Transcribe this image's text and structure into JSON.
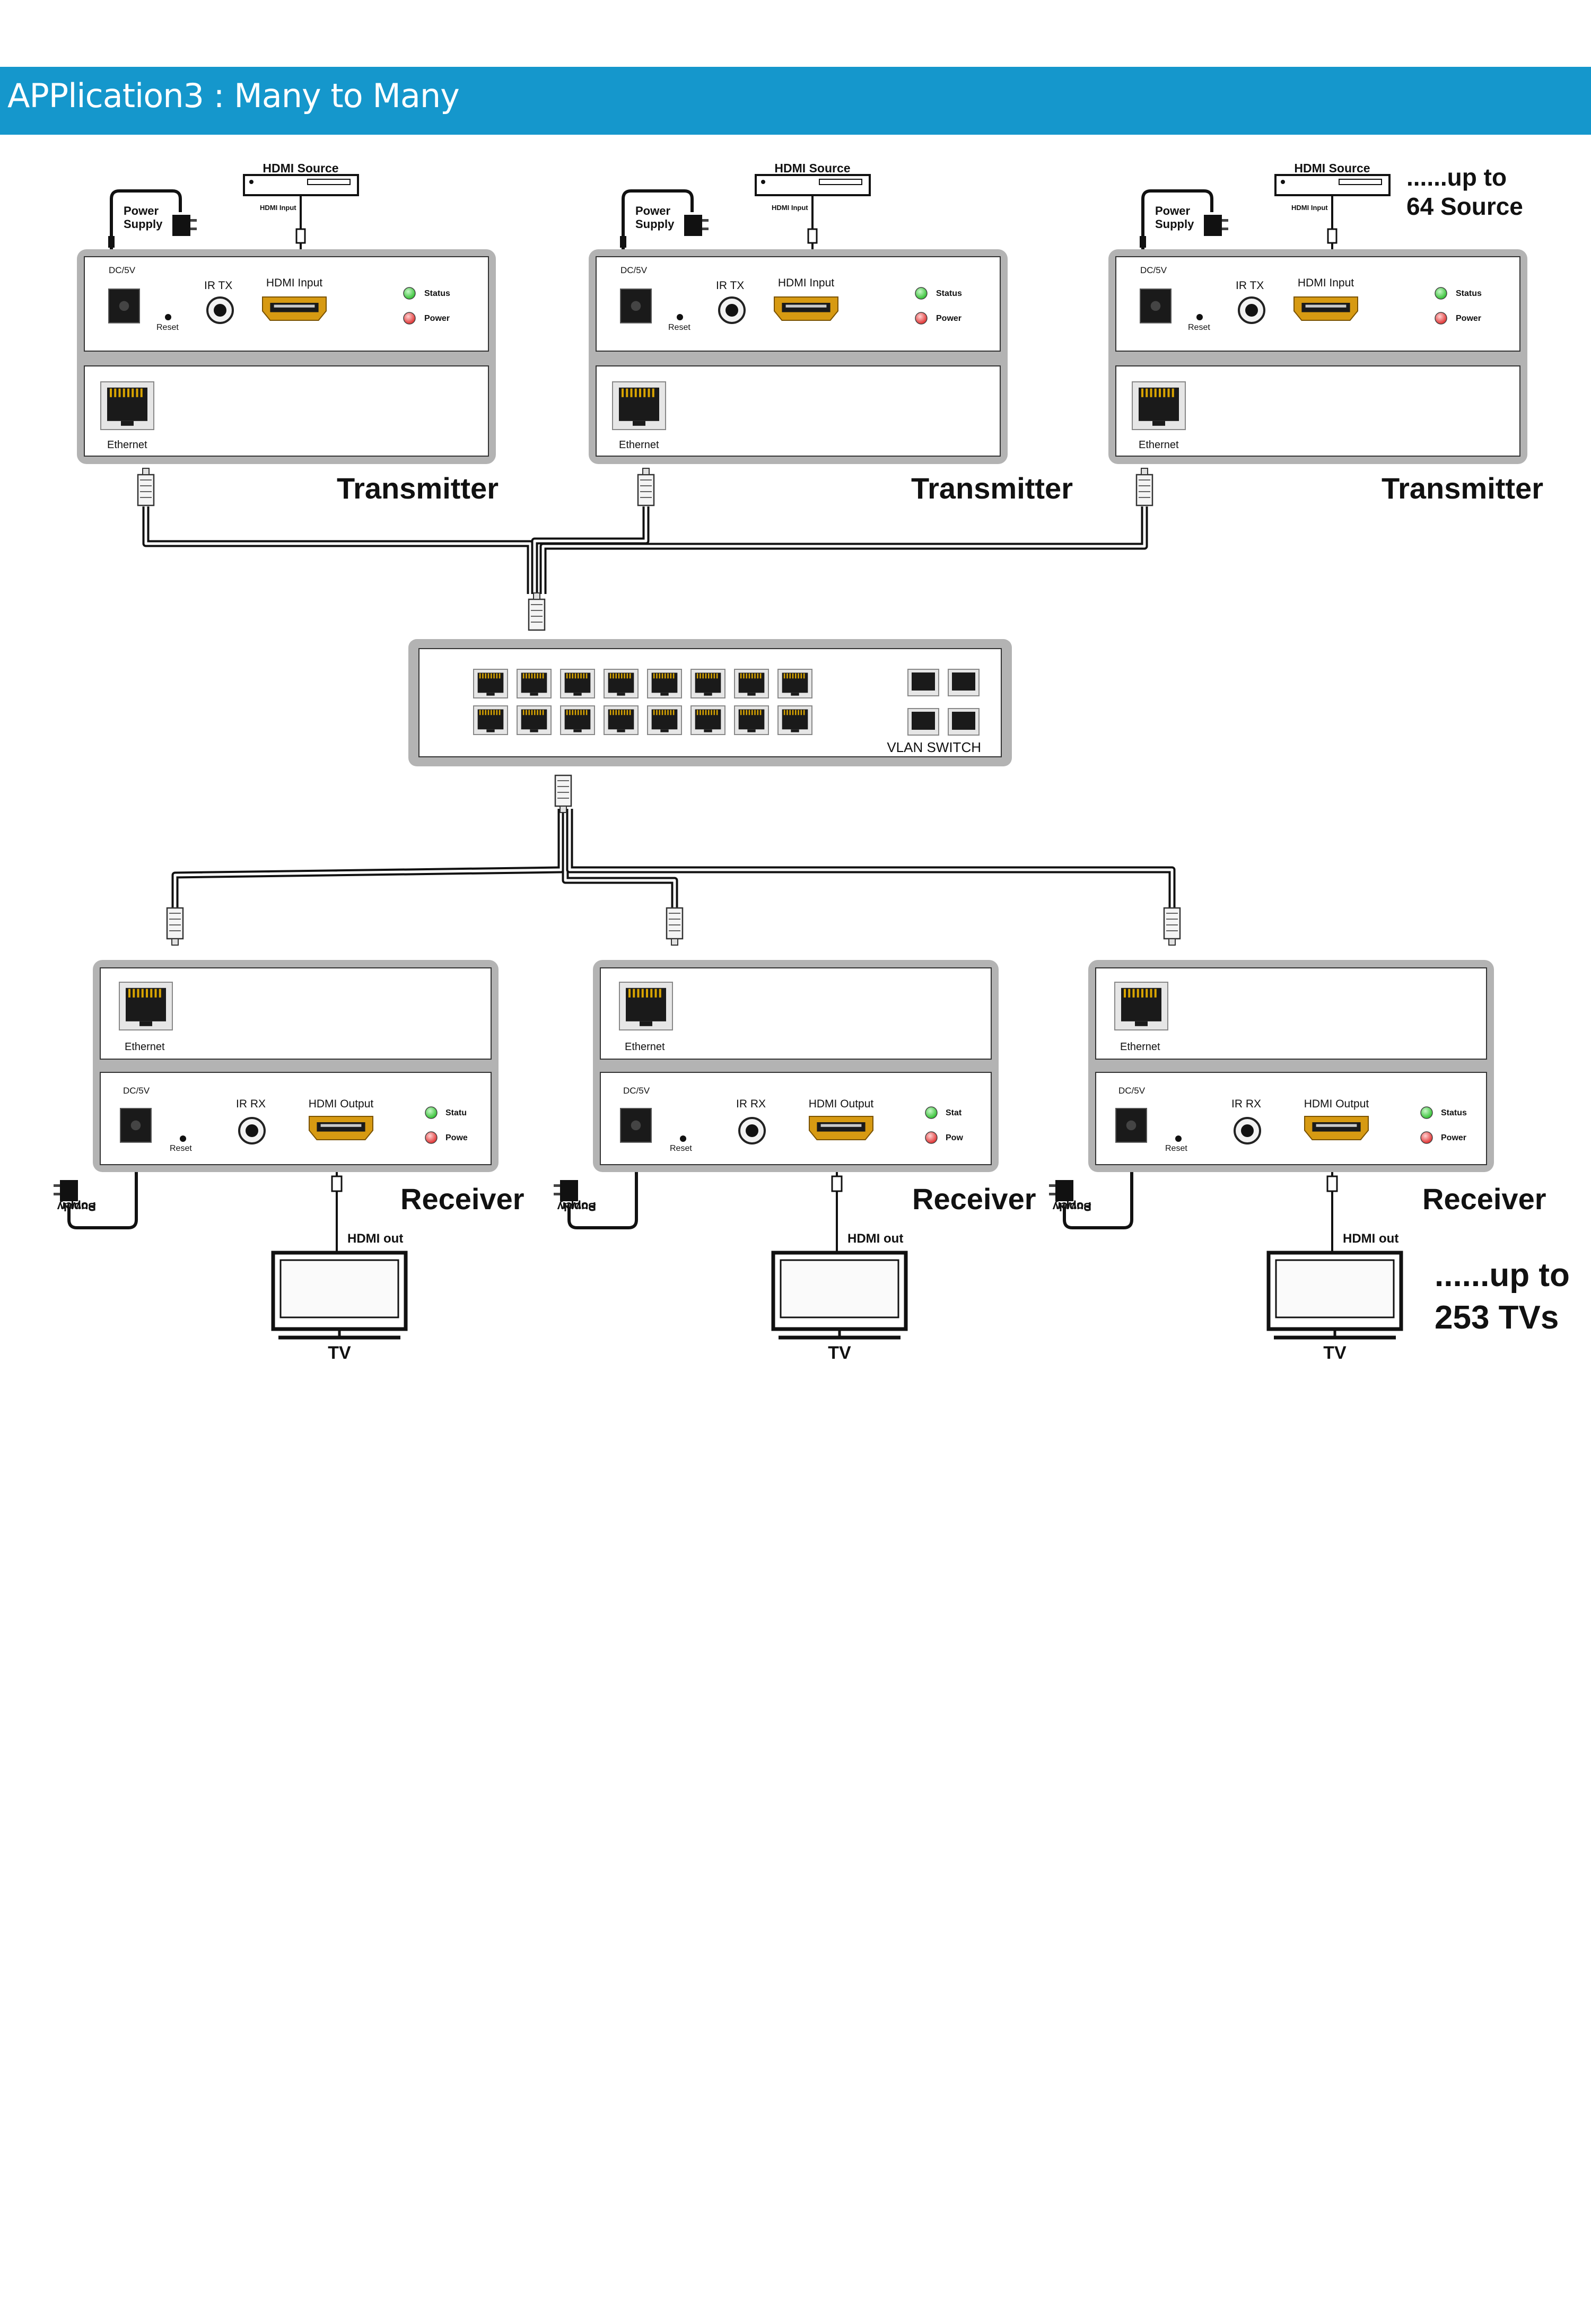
{
  "header": {
    "title": "APPlication3 : Many to Many"
  },
  "transmitters": [
    {
      "role_label": "Transmitter",
      "source_label": "HDMI Source",
      "source_port_label": "HDMI Input",
      "power_label": [
        "Power",
        "Supply"
      ],
      "panel": {
        "dc_label": "DC/5V",
        "reset_label": "Reset",
        "ir_label": "IR  TX",
        "hdmi_label": "HDMI Input",
        "status_label": "Status",
        "power_led_label": "Power",
        "ethernet_label": "Ethernet"
      }
    },
    {
      "role_label": "Transmitter",
      "source_label": "HDMI Source",
      "source_port_label": "HDMI Input",
      "power_label": [
        "Power",
        "Supply"
      ],
      "panel": {
        "dc_label": "DC/5V",
        "reset_label": "Reset",
        "ir_label": "IR  TX",
        "hdmi_label": "HDMI Input",
        "status_label": "Status",
        "power_led_label": "Power",
        "ethernet_label": "Ethernet"
      }
    },
    {
      "role_label": "Transmitter",
      "source_label": "HDMI Source",
      "source_port_label": "HDMI Input",
      "power_label": [
        "Power",
        "Supply"
      ],
      "panel": {
        "dc_label": "DC/5V",
        "reset_label": "Reset",
        "ir_label": "IR  TX",
        "hdmi_label": "HDMI Input",
        "status_label": "Status",
        "power_led_label": "Power",
        "ethernet_label": "Ethernet"
      }
    }
  ],
  "source_note": [
    "......up to",
    "64 Source"
  ],
  "switch": {
    "label": "VLAN SWITCH"
  },
  "receivers": [
    {
      "role_label": "Receiver",
      "power_label": [
        "Power",
        "Supply"
      ],
      "hdmi_out_label": "HDMI out",
      "tv_label": "TV",
      "panel": {
        "dc_label": "DC/5V",
        "reset_label": "Reset",
        "ir_label": "IR RX",
        "hdmi_label": "HDMI Output",
        "status_label": "Statu",
        "power_led_label": "Powe",
        "ethernet_label": "Ethernet"
      }
    },
    {
      "role_label": "Receiver",
      "power_label": [
        "Power",
        "Supply"
      ],
      "hdmi_out_label": "HDMI out",
      "tv_label": "TV",
      "panel": {
        "dc_label": "DC/5V",
        "reset_label": "Reset",
        "ir_label": "IR RX",
        "hdmi_label": "HDMI Output",
        "status_label": "Stat",
        "power_led_label": "Pow",
        "ethernet_label": "Ethernet"
      }
    },
    {
      "role_label": "Receiver",
      "power_label": [
        "Power",
        "Supply"
      ],
      "hdmi_out_label": "HDMI out",
      "tv_label": "TV",
      "panel": {
        "dc_label": "DC/5V",
        "reset_label": "Reset",
        "ir_label": "IR RX",
        "hdmi_label": "HDMI Output",
        "status_label": "Status",
        "power_led_label": "Power",
        "ethernet_label": "Ethernet"
      }
    }
  ],
  "tv_note": [
    "......up to",
    "253  TVs"
  ],
  "colors": {
    "banner": "#1597cc",
    "status_led": "#3cc43c",
    "power_led": "#e23b3b",
    "device_frame": "#a8a8a8"
  }
}
